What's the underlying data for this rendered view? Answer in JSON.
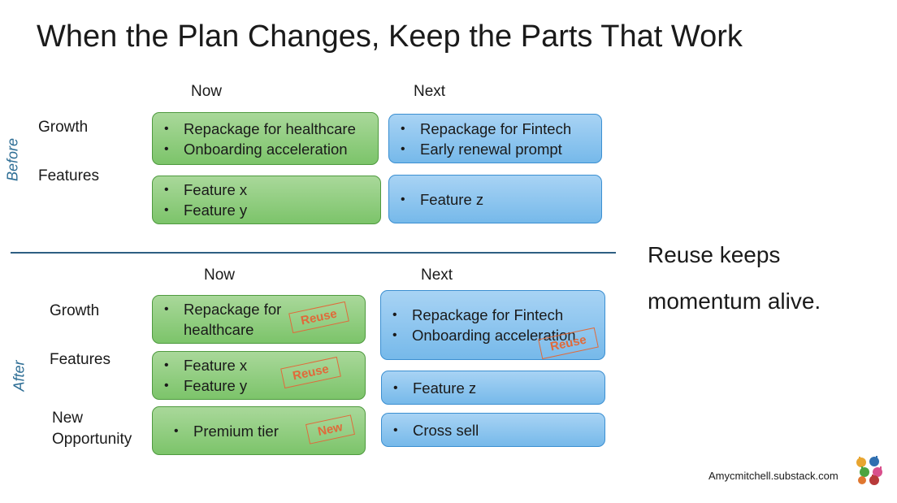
{
  "title": "When the Plan Changes, Keep the Parts That Work",
  "before": {
    "side_label": "Before",
    "col_now": "Now",
    "col_next": "Next",
    "row_growth": "Growth",
    "row_features": "Features",
    "growth_now": [
      "Repackage for healthcare",
      "Onboarding acceleration"
    ],
    "growth_next": [
      "Repackage for Fintech",
      "Early renewal prompt"
    ],
    "features_now": [
      "Feature x",
      "Feature y"
    ],
    "features_next": [
      "Feature z"
    ]
  },
  "after": {
    "side_label": "After",
    "col_now": "Now",
    "col_next": "Next",
    "row_growth": "Growth",
    "row_features": "Features",
    "row_new_line1": "New",
    "row_new_line2": "Opportunity",
    "growth_now": [
      "Repackage for healthcare"
    ],
    "growth_next": [
      "Repackage for Fintech",
      "Onboarding acceleration"
    ],
    "features_now": [
      "Feature x",
      "Feature y"
    ],
    "features_next": [
      "Feature z"
    ],
    "new_now": [
      "Premium tier"
    ],
    "new_next": [
      "Cross sell"
    ],
    "stamp_reuse": "Reuse",
    "stamp_new": "New"
  },
  "tagline_line1": "Reuse keeps",
  "tagline_line2": "momentum alive.",
  "footer": "Amycmitchell.substack.com",
  "colors": {
    "green": "#7cc46a",
    "blue": "#76b9ea",
    "stamp": "#e06a3a",
    "divider": "#2e5f82",
    "side_label": "#2e6e95"
  },
  "icons": {
    "logo": "colorful-hands-logo-icon"
  }
}
